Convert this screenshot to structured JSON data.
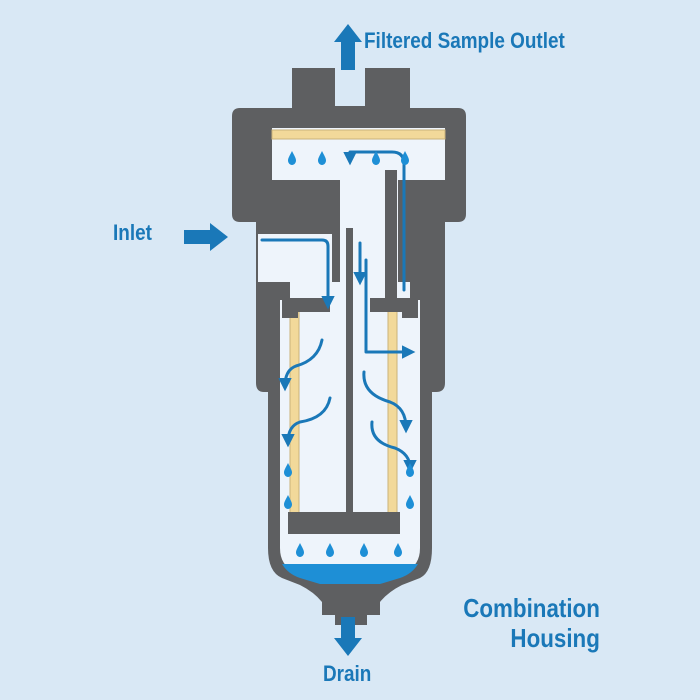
{
  "labels": {
    "outlet": "Filtered Sample Outlet",
    "inlet": "Inlet",
    "drain": "Drain",
    "title_line1": "Combination",
    "title_line2": "Housing"
  },
  "colors": {
    "background": "#d9e8f5",
    "housing": "#5e5f61",
    "cavity": "#eef4fb",
    "flow_arrow": "#1a78b8",
    "filter_element": "#f2d99a",
    "liquid": "#1e8fd6",
    "label_text": "#1a78b8"
  },
  "icons": [
    "up-arrow-icon",
    "right-arrow-icon",
    "down-arrow-icon",
    "droplet-icon"
  ]
}
